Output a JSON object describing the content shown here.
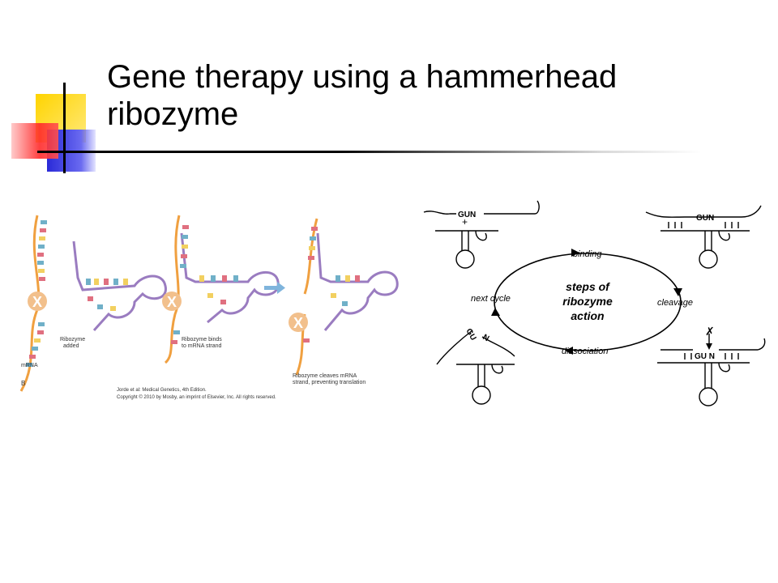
{
  "slide": {
    "title_line1": "Gene therapy using a hammerhead",
    "title_line2": "ribozyme"
  },
  "left_figure": {
    "x_marker": "X",
    "label_ribozyme_added_1": "Ribozyme",
    "label_ribozyme_added_2": "added",
    "label_mrna": "mRNA",
    "panel_letter": "B",
    "label_binds_1": "Ribozyme binds",
    "label_binds_2": "to mRNA strand",
    "label_cleaves_1": "Ribozyme cleaves mRNA",
    "label_cleaves_2": "strand, preventing translation",
    "credit_1": "Jorde et al: Medical Genetics, 4th Edition.",
    "credit_2": "Copyright © 2010 by Mosby, an imprint of Elsevier, Inc. All rights reserved.",
    "colors": {
      "mrna": "#f0a040",
      "ribozyme": "#9a7cc0",
      "x_circle": "#f2c08c",
      "x_text": "#ffffff",
      "arrow": "#7fb4dc"
    }
  },
  "right_figure": {
    "center_label_1": "steps of",
    "center_label_2": "ribozyme",
    "center_label_3": "action",
    "step_binding": "binding",
    "step_cleavage": "cleavage",
    "step_dissociation": "dissociation",
    "step_next_cycle": "next cycle",
    "seq_gun": "GUN",
    "seq_gu_n": "GU N",
    "seq_split_gu": "GU",
    "seq_split_n": "N",
    "plus_sign": "+",
    "cut_mark": "✗"
  }
}
